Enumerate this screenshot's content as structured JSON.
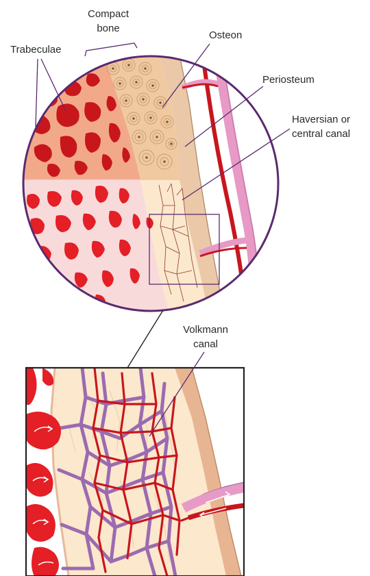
{
  "labels": {
    "compact_bone_line1": "Compact",
    "compact_bone_line2": "bone",
    "osteon": "Osteon",
    "trabeculae": "Trabeculae",
    "periosteum": "Periosteum",
    "haversian_line1": "Haversian or",
    "haversian_line2": "central canal",
    "volkmann_line1": "Volkmann",
    "volkmann_line2": "canal"
  },
  "colors": {
    "outline": "#5a2a6e",
    "trabecula_red": "#c8161d",
    "bright_red": "#e41f26",
    "marrow_salmon": "#f2a98a",
    "marrow_pink": "#f9dada",
    "compact_tan": "#f0c9a0",
    "compact_cream": "#fbe8cd",
    "periosteum": "#eac8a8",
    "vein_purple": "#9b6bb0",
    "vessel_pink": "#e79ac6"
  }
}
